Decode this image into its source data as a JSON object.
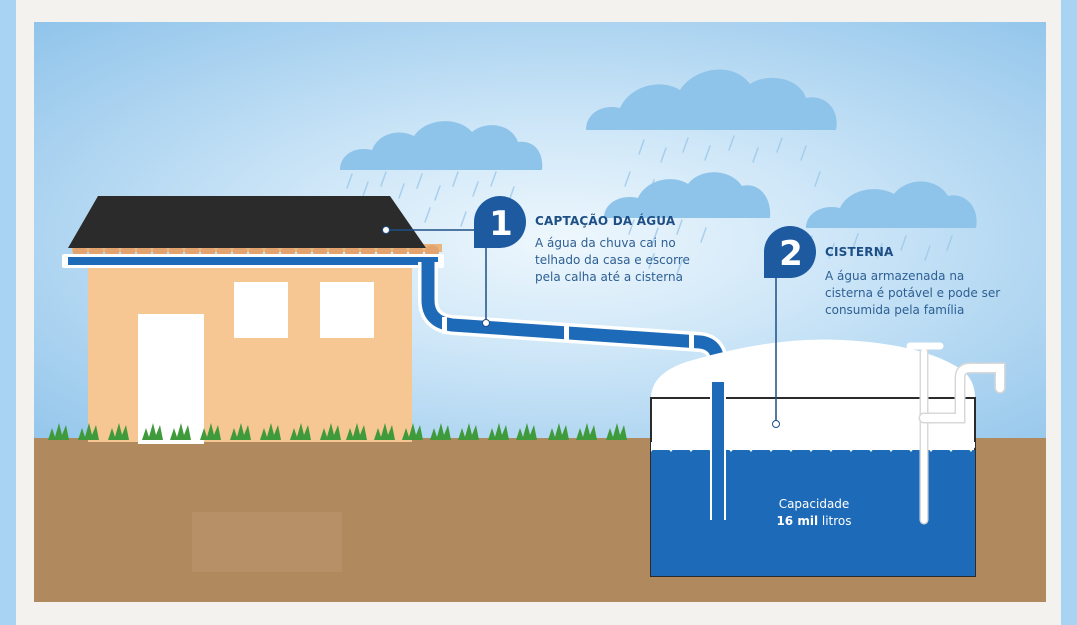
{
  "step1": {
    "number": "1",
    "title": "CAPTAÇÃO DA ÁGUA",
    "desc": [
      "A água da chuva cai no",
      "telhado da casa e escorre",
      "pela calha até a cisterna"
    ]
  },
  "step2": {
    "number": "2",
    "title": "CISTERNA",
    "desc": [
      "A água armazenada na",
      "cisterna é potável e pode ser",
      "consumida pela família"
    ]
  },
  "tank": {
    "label": "Capacidade",
    "amount": "16 mil",
    "unit": "litros"
  },
  "colors": {
    "sky_top": "#8ec4ea",
    "sky_mid": "#cfe8f8",
    "ground": "#b08a5e",
    "house_wall": "#f6c693",
    "roof": "#2b2b2b",
    "pipe": "#1d6bb8",
    "water": "#1d6bb8",
    "badge": "#1d5aa0",
    "grass": "#3e9a3a",
    "cloud": "#8ec3ea"
  }
}
